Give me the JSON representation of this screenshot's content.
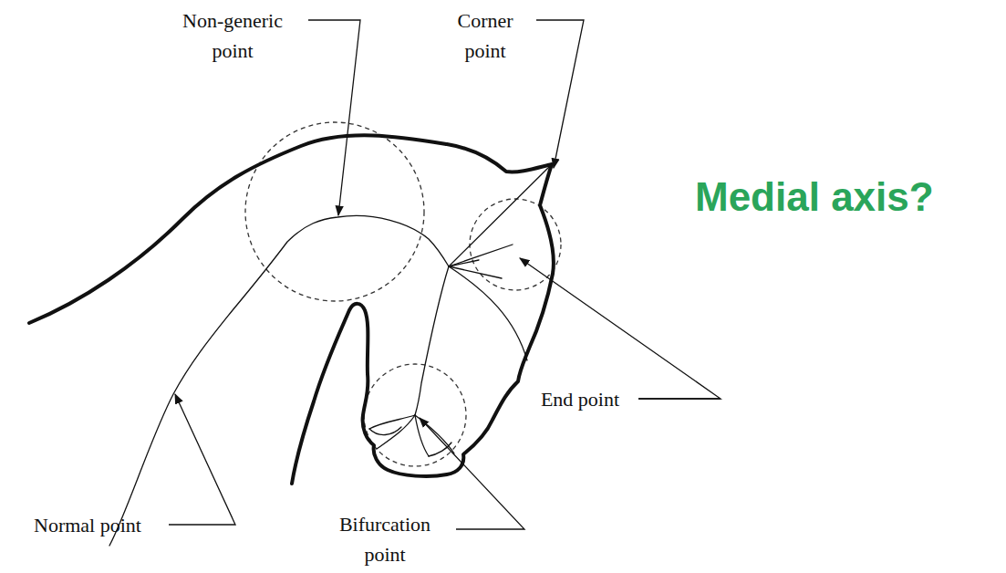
{
  "diagram": {
    "title": "Medial axis?",
    "labels": [
      "Non-generic point",
      "Corner point",
      "End point",
      "Normal point",
      "Bifurcation point"
    ]
  }
}
